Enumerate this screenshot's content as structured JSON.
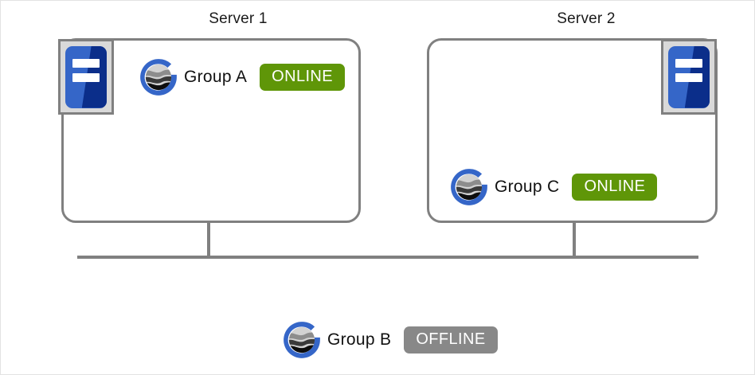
{
  "diagram": {
    "title_font_color": "#1a1a1a",
    "line_color": "#808080",
    "accent_blue": "#3566c8",
    "accent_dark_blue": "#0b2e8a",
    "online_color": "#5f9608",
    "offline_color": "#888888"
  },
  "servers": [
    {
      "title": "Server 1",
      "icon_name": "server-rack-icon",
      "icon_position": "left",
      "groups": [
        {
          "logo_name": "group-globe-logo",
          "label": "Group A",
          "status": "ONLINE",
          "status_kind": "online"
        }
      ]
    },
    {
      "title": "Server 2",
      "icon_name": "server-rack-icon",
      "icon_position": "right",
      "groups": [
        {
          "logo_name": "group-globe-logo",
          "label": "Group  C",
          "status": "ONLINE",
          "status_kind": "online"
        }
      ]
    }
  ],
  "standalone_group": {
    "logo_name": "group-globe-logo",
    "label": "Group B",
    "status": "OFFLINE",
    "status_kind": "offline"
  }
}
